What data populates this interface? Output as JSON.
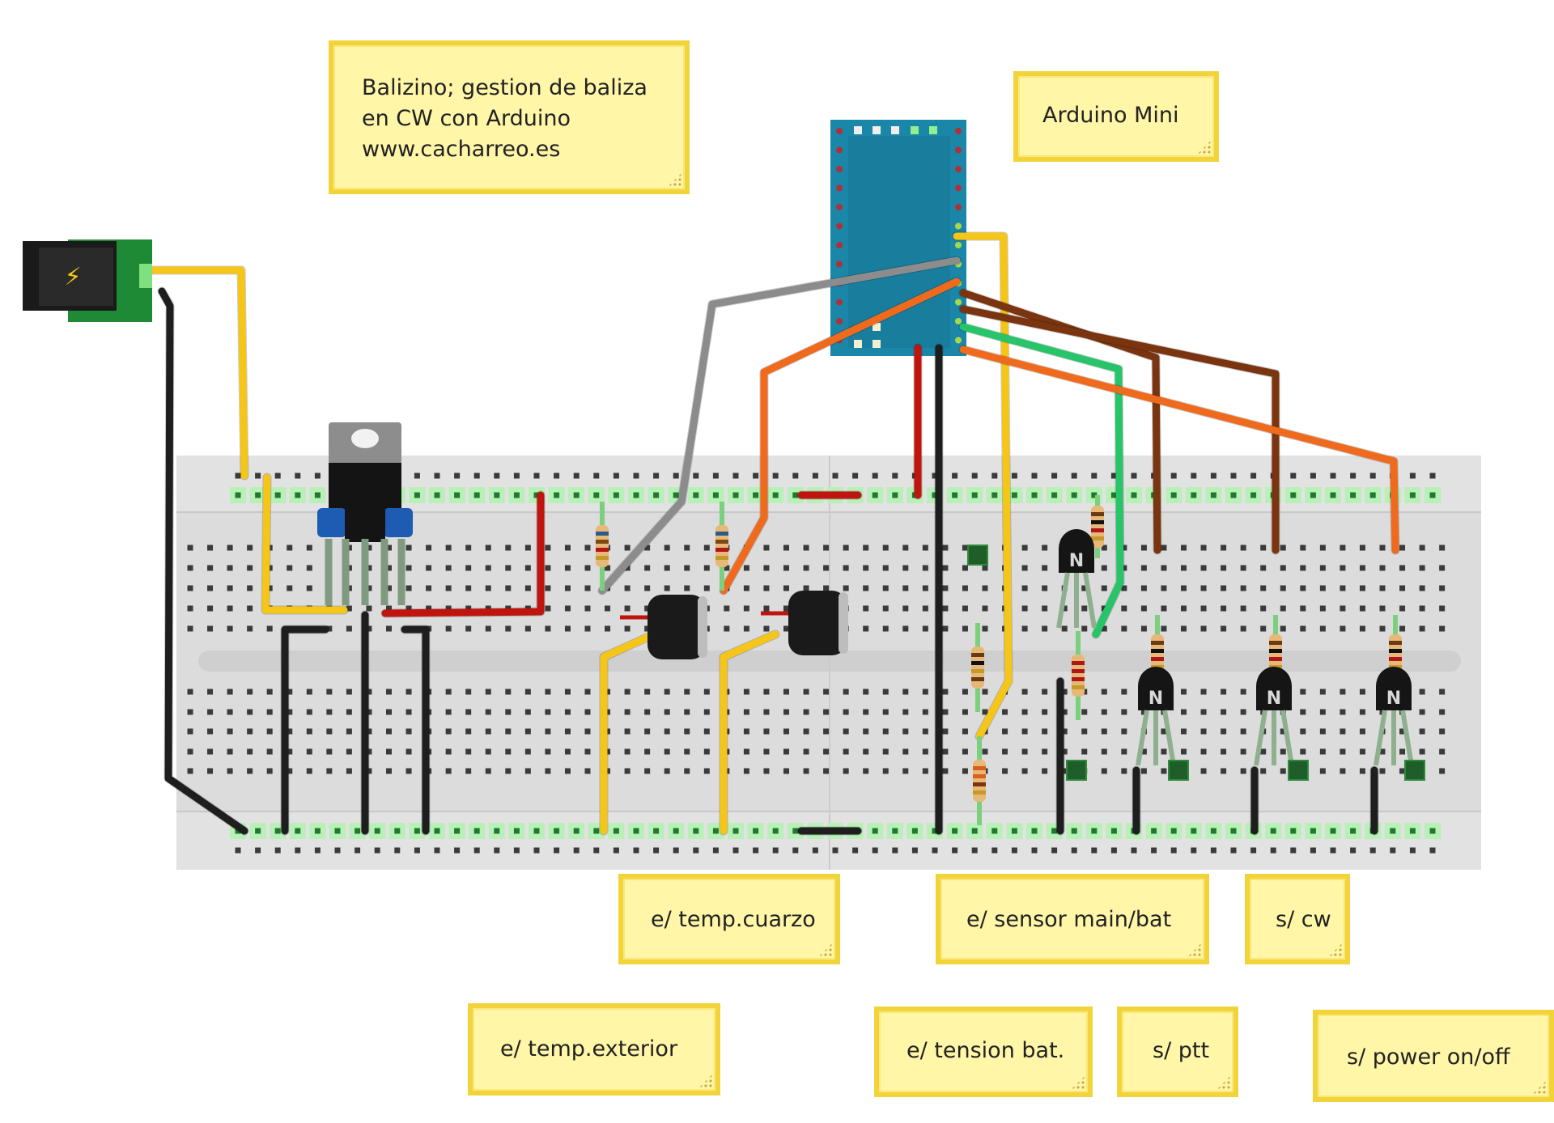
{
  "title": "Balizino; gestion de baliza en CW con Arduino",
  "notes": {
    "project": {
      "lines": [
        "Balizino; gestion de baliza",
        "en CW con Arduino",
        "www.cacharreo.es"
      ]
    },
    "arduino": {
      "text": "Arduino Mini"
    },
    "temp_cuarzo": {
      "text": "e/ temp.cuarzo"
    },
    "sensor_main_bat": {
      "text": "e/ sensor main/bat"
    },
    "s_cw": {
      "text": "s/ cw"
    },
    "temp_exterior": {
      "text": "e/ temp.exterior"
    },
    "tension_bat": {
      "text": "e/ tension bat."
    },
    "s_ptt": {
      "text": "s/ ptt"
    },
    "power_onoff": {
      "text": "s/ power on/off"
    }
  },
  "components": {
    "power_jack": {
      "icon": "lightning-bolt-icon",
      "glyph": "⚡"
    },
    "voltage_regulator": {
      "type": "TO-220 regulator"
    },
    "arduino_board": {
      "name": "Arduino Mini"
    },
    "temp_sensors": [
      {
        "name": "temp sensor 1"
      },
      {
        "name": "temp sensor 2"
      }
    ],
    "transistors": [
      {
        "label": "N"
      },
      {
        "label": "N"
      },
      {
        "label": "N"
      },
      {
        "label": "N"
      }
    ]
  },
  "colors": {
    "note_fill": "#fff6a8",
    "note_border": "#f2d43a",
    "breadboard": "#dcdcdc",
    "arduino_pcb": "#1a86a8",
    "wire_yellow": "#f5c518",
    "wire_black": "#1e1e1e",
    "wire_red": "#c0140f",
    "wire_orange": "#f06a1e",
    "wire_brown": "#7a3410",
    "wire_green": "#27c46a",
    "wire_gray": "#8c8c8c",
    "hole_highlight": "#b8f0b8"
  }
}
